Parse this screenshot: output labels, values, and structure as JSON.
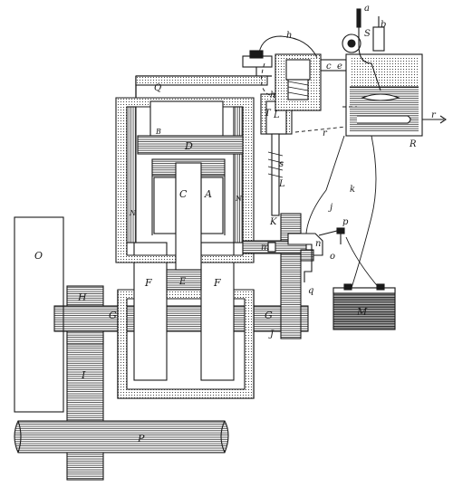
{
  "diagram": {
    "labels": {
      "a": "a",
      "b": "b",
      "c": "c",
      "e": "e",
      "h_top": "h",
      "h_mid": "h",
      "j": "j",
      "k": "k",
      "L_top": "L",
      "L_mid": "L",
      "m": "m",
      "n": "n",
      "o": "o",
      "p": "p",
      "q": "q",
      "r": "r",
      "r2": "r",
      "s": "s",
      "S": "S",
      "A": "A",
      "B": "B",
      "C": "C",
      "D": "D",
      "E": "E",
      "F_left": "F",
      "F_right": "F",
      "G_left": "G",
      "G_right": "G",
      "H": "H",
      "I": "I",
      "J": "J",
      "K": "K",
      "M": "M",
      "N_left": "N",
      "N_right": "N",
      "O": "O",
      "P": "P",
      "Q": "Q",
      "R": "R",
      "T": "T"
    },
    "colors": {
      "ink": "#1a1a1a",
      "paper": "#ffffff"
    }
  }
}
